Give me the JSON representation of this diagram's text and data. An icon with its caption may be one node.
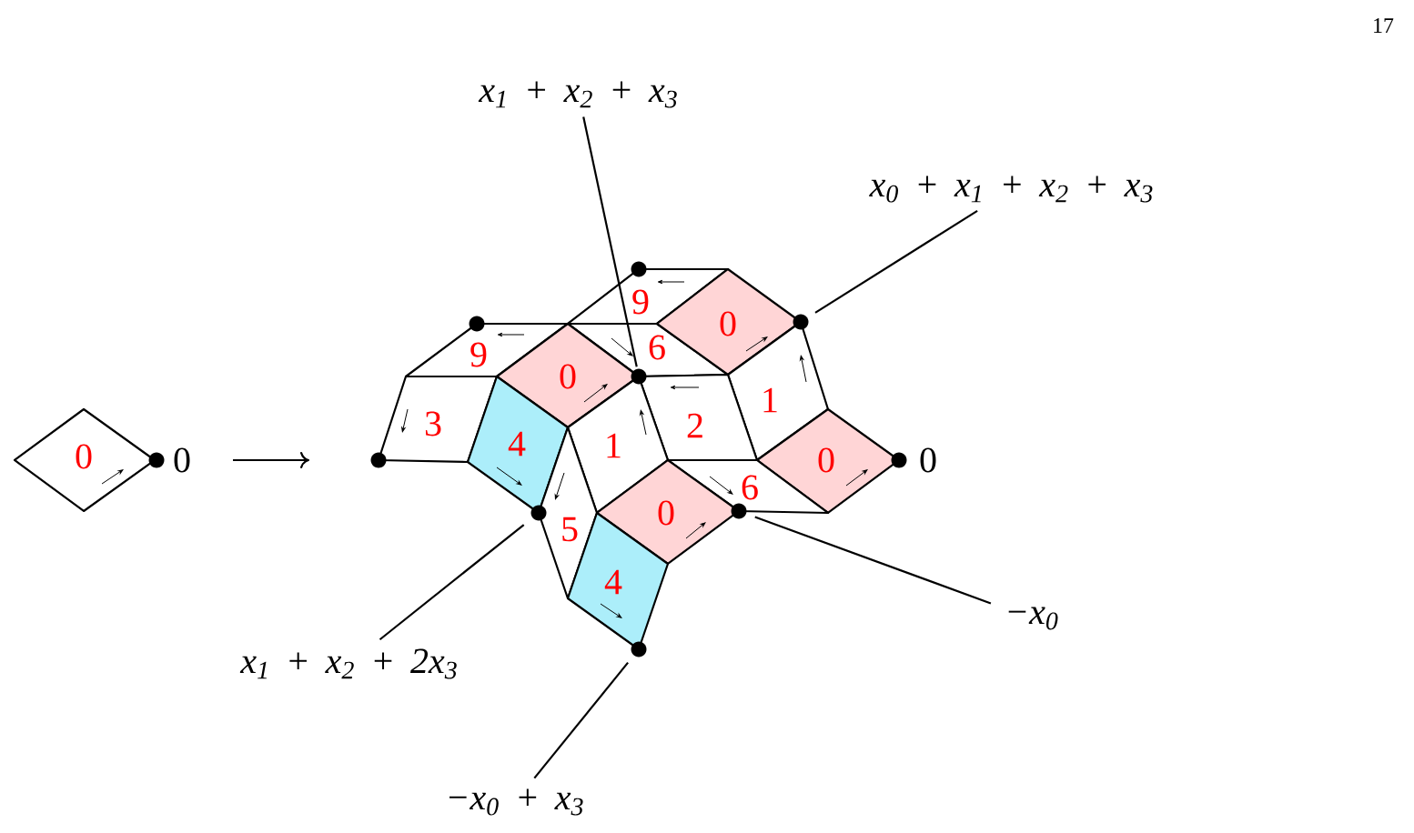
{
  "diagram": {
    "nodes": [
      {
        "text": [
          "0"
        ]
      },
      {
        "text": [],
        "shape": "circle",
        "beside": [
          "0"
        ]
      },
      {
        "text": [
          "9"
        ]
      },
      {
        "text": [
          "9"
        ]
      },
      {
        "text": [
          "6"
        ]
      },
      {
        "text": [
          "0"
        ]
      },
      {
        "text": [
          "0"
        ]
      },
      {
        "text": [
          "1"
        ]
      },
      {
        "text": [
          "3"
        ]
      },
      {
        "text": [
          "2"
        ]
      },
      {
        "text": [
          "4"
        ]
      },
      {
        "text": [
          "1"
        ]
      },
      {
        "text": [
          "0"
        ]
      },
      {
        "text": [
          "6"
        ]
      },
      {
        "text": [
          "0"
        ]
      },
      {
        "text": [
          "5"
        ]
      },
      {
        "text": [
          "4"
        ]
      },
      {
        "text": [],
        "shape": "circle"
      },
      {
        "text": [],
        "shape": "circle"
      },
      {
        "text": [],
        "shape": "circle"
      },
      {
        "text": [],
        "shape": "circle"
      },
      {
        "text": [],
        "shape": "circle"
      },
      {
        "text": [],
        "shape": "circle",
        "beside": [
          "0"
        ]
      },
      {
        "text": [],
        "shape": "circle"
      },
      {
        "text": [],
        "shape": "circle"
      },
      {
        "text": [],
        "shape": "circle"
      },
      {
        "text": [
          "x$_{1}$ + x$_{2}$ + x$_{3}$"
        ]
      },
      {
        "text": [
          "x$_{0}$ + x$_{1}$ + x$_{2}$ + x$_{3}$"
        ]
      },
      {
        "text": [
          "−x$_{0}$"
        ]
      },
      {
        "text": [
          "x$_{1}$ + x$_{2}$ + 2x$_{3}$"
        ]
      },
      {
        "text": [
          "−x$_{0}$ + x$_{3}$"
        ]
      }
    ],
    "edges": [
      {
        "from": 26,
        "to": 20,
        "arrow": "none"
      },
      {
        "from": 27,
        "to": 19,
        "arrow": "none"
      },
      {
        "from": 28,
        "to": 24,
        "arrow": "none"
      },
      {
        "from": 29,
        "to": 23,
        "arrow": "none"
      },
      {
        "from": 30,
        "to": 25,
        "arrow": "none"
      }
    ],
    "labels": [
      "17"
    ]
  }
}
